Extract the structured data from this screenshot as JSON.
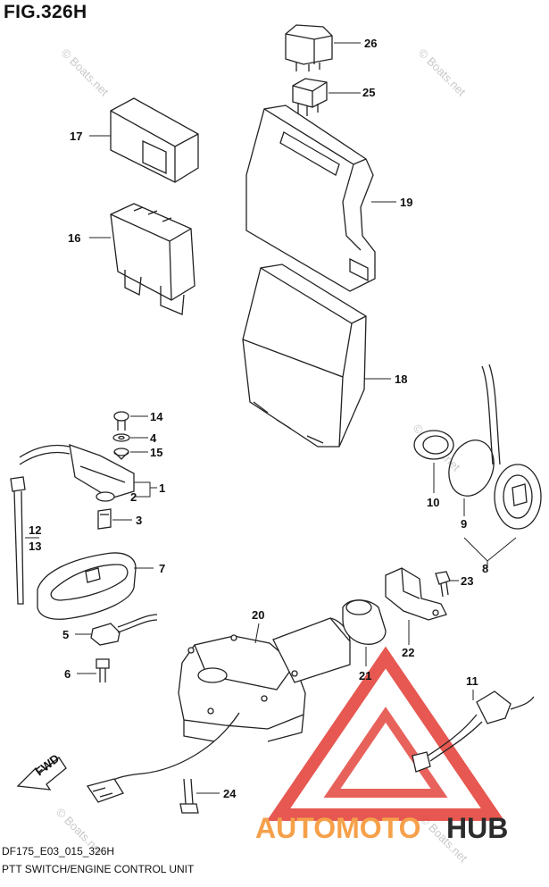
{
  "figure": {
    "title": "FIG.326H"
  },
  "footer": {
    "code": "DF175_E03_015_326H",
    "title": "PTT SWITCH/ENGINE CONTROL UNIT"
  },
  "watermarks": {
    "text": "© Boats.net"
  },
  "direction_arrow": {
    "label": "FWD"
  },
  "brand": {
    "part1": "AUTOMOTO",
    "part2": "HUB",
    "color_orange": "#f6a04a",
    "color_dark": "#2b2b2b",
    "triangle_color": "#e23b33"
  },
  "callouts": {
    "c1": "1",
    "c2": "2",
    "c3": "3",
    "c4": "4",
    "c5": "5",
    "c6": "6",
    "c7": "7",
    "c8": "8",
    "c9": "9",
    "c10": "10",
    "c11": "11",
    "c12": "12",
    "c13": "13",
    "c14": "14",
    "c15": "15",
    "c16": "16",
    "c17": "17",
    "c18": "18",
    "c19": "19",
    "c20": "20",
    "c21": "21",
    "c22": "22",
    "c23": "23",
    "c24": "24",
    "c25": "25",
    "c26": "26"
  }
}
